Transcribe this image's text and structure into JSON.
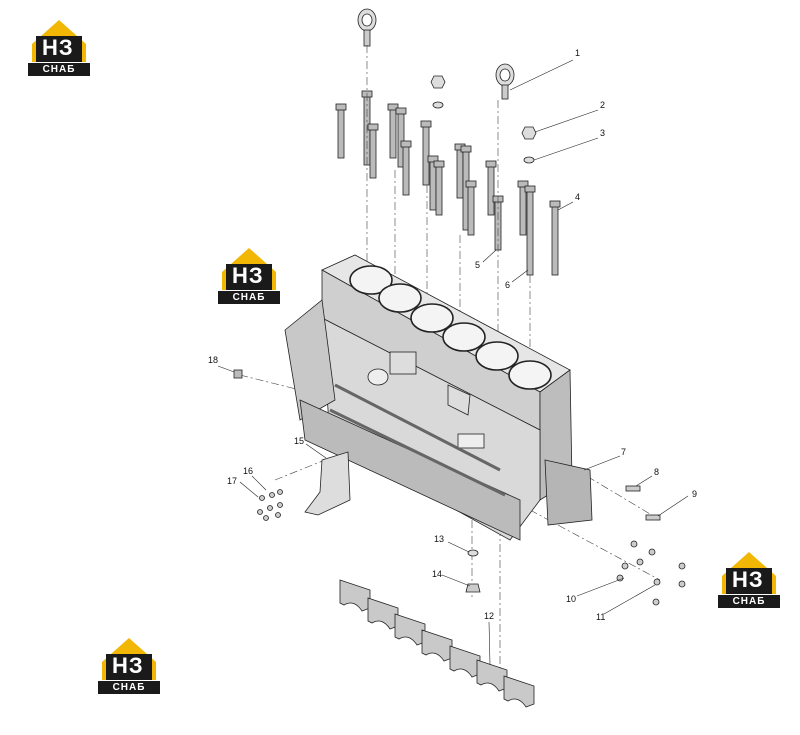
{
  "brand": {
    "logo_letters": "НЗ",
    "logo_caption": "СНАБ",
    "yellow": "#f2b705",
    "dark": "#1a1a1a"
  },
  "callouts": [
    "1",
    "2",
    "3",
    "4",
    "5",
    "6",
    "7",
    "8",
    "9",
    "10",
    "11",
    "12",
    "13",
    "14",
    "15",
    "16",
    "17",
    "18"
  ]
}
